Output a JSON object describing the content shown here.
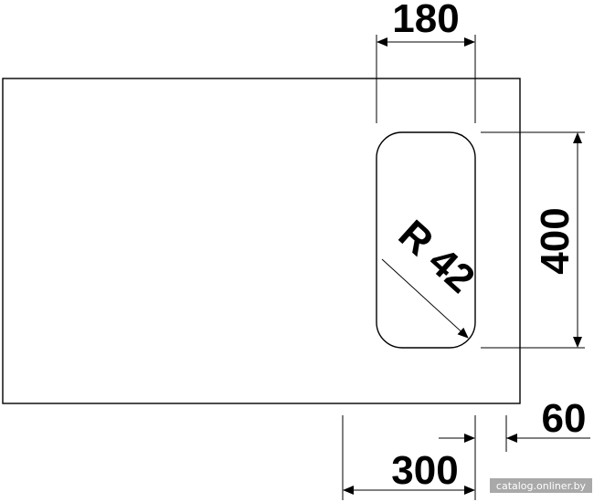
{
  "dimensions": {
    "bowl_width": "180",
    "bowl_height": "400",
    "corner_radius": "R 42",
    "cabinet_width": "300",
    "edge_offset": "60"
  },
  "watermark": "catalog.onliner.by",
  "colors": {
    "line": "#000000",
    "background": "#ffffff"
  }
}
